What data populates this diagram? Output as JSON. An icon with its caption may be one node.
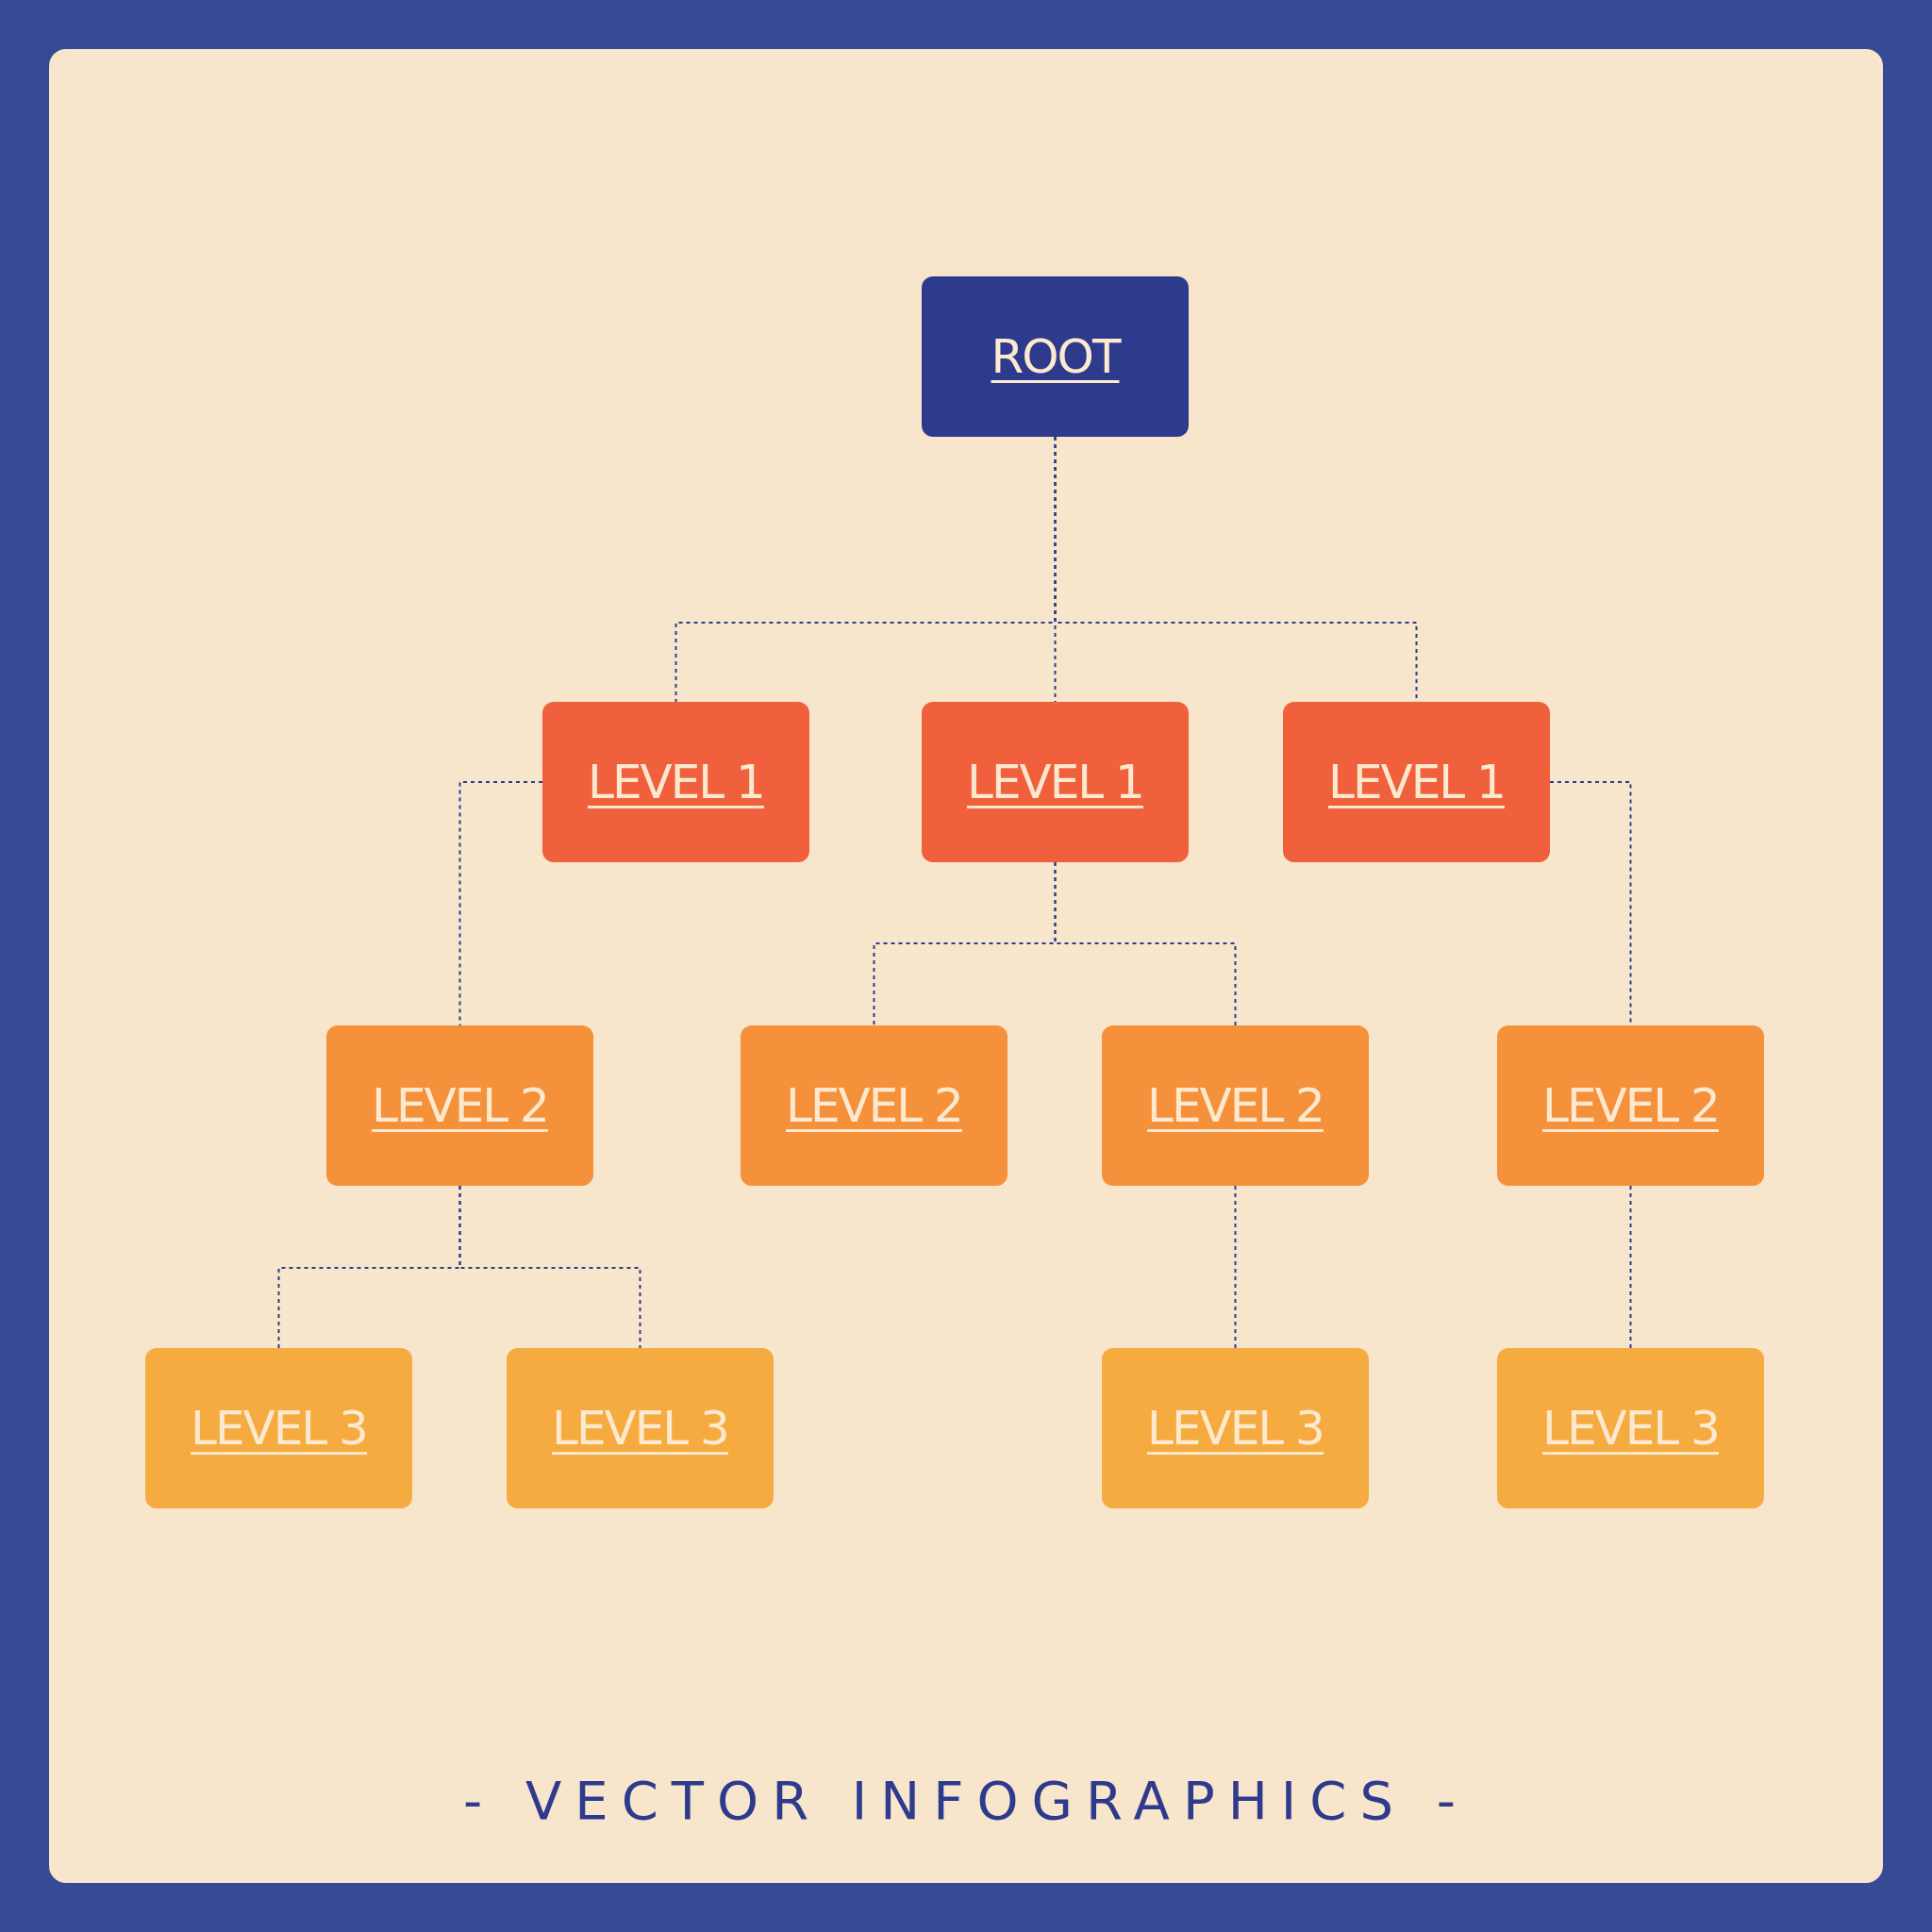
{
  "diagram": {
    "title": "- VECTOR INFOGRAPHICS -",
    "nodes": [
      {
        "text": [
          "ROOT"
        ]
      },
      {
        "text": [
          "LEVEL 1"
        ]
      },
      {
        "text": [
          "LEVEL 1"
        ]
      },
      {
        "text": [
          "LEVEL 1"
        ]
      },
      {
        "text": [
          "LEVEL 2"
        ]
      },
      {
        "text": [
          "LEVEL 2"
        ]
      },
      {
        "text": [
          "LEVEL 2"
        ]
      },
      {
        "text": [
          "LEVEL 2"
        ]
      },
      {
        "text": [
          "LEVEL 3"
        ]
      },
      {
        "text": [
          "LEVEL 3"
        ]
      },
      {
        "text": [
          "LEVEL 3"
        ]
      },
      {
        "text": [
          "LEVEL 3"
        ]
      }
    ],
    "edges": [
      {
        "from": 0,
        "to": 1,
        "arrow": "none",
        "style": "dashed"
      },
      {
        "from": 0,
        "to": 2,
        "arrow": "none",
        "style": "dashed"
      },
      {
        "from": 0,
        "to": 3,
        "arrow": "none",
        "style": "dashed"
      },
      {
        "from": 1,
        "to": 4,
        "arrow": "none",
        "style": "dashed"
      },
      {
        "from": 2,
        "to": 5,
        "arrow": "none",
        "style": "dashed"
      },
      {
        "from": 2,
        "to": 6,
        "arrow": "none",
        "style": "dashed"
      },
      {
        "from": 3,
        "to": 7,
        "arrow": "none",
        "style": "dashed"
      },
      {
        "from": 4,
        "to": 8,
        "arrow": "none",
        "style": "dashed"
      },
      {
        "from": 4,
        "to": 9,
        "arrow": "none",
        "style": "dashed"
      },
      {
        "from": 6,
        "to": 10,
        "arrow": "none",
        "style": "dashed"
      },
      {
        "from": 7,
        "to": 11,
        "arrow": "none",
        "style": "dashed"
      }
    ]
  }
}
